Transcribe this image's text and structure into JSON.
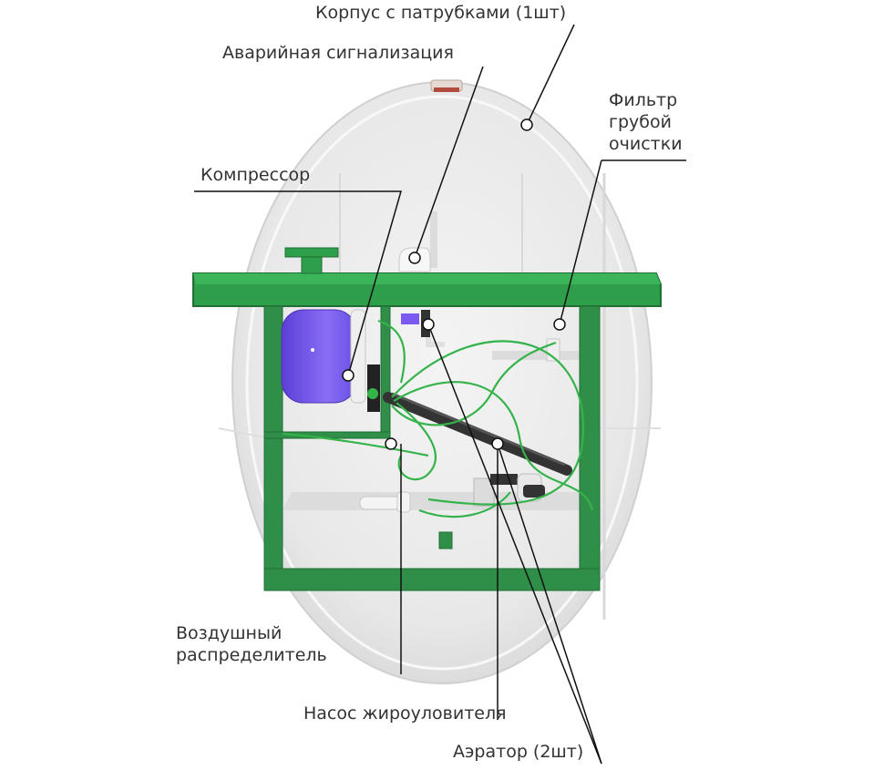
{
  "labels": {
    "housing": "Корпус с патрубками (1шт)",
    "alarm": "Аварийная сигнализация",
    "filter_line1": "Фильтр",
    "filter_line2": "грубой",
    "filter_line3": "очистки",
    "compressor": "Компрессор",
    "air_line1": "Воздушный",
    "air_line2": "распределитель",
    "pump": "Насос жироуловителя",
    "aerator": "Аэратор (2шт)"
  },
  "colors": {
    "frame_green": "#2e9e4a",
    "frame_dark": "#1f6e35",
    "hose_green": "#34b34a",
    "tank": "#ececec",
    "compressor_purple": "#7a5af0",
    "pipe_dark": "#333333",
    "callout_line": "#111111"
  }
}
